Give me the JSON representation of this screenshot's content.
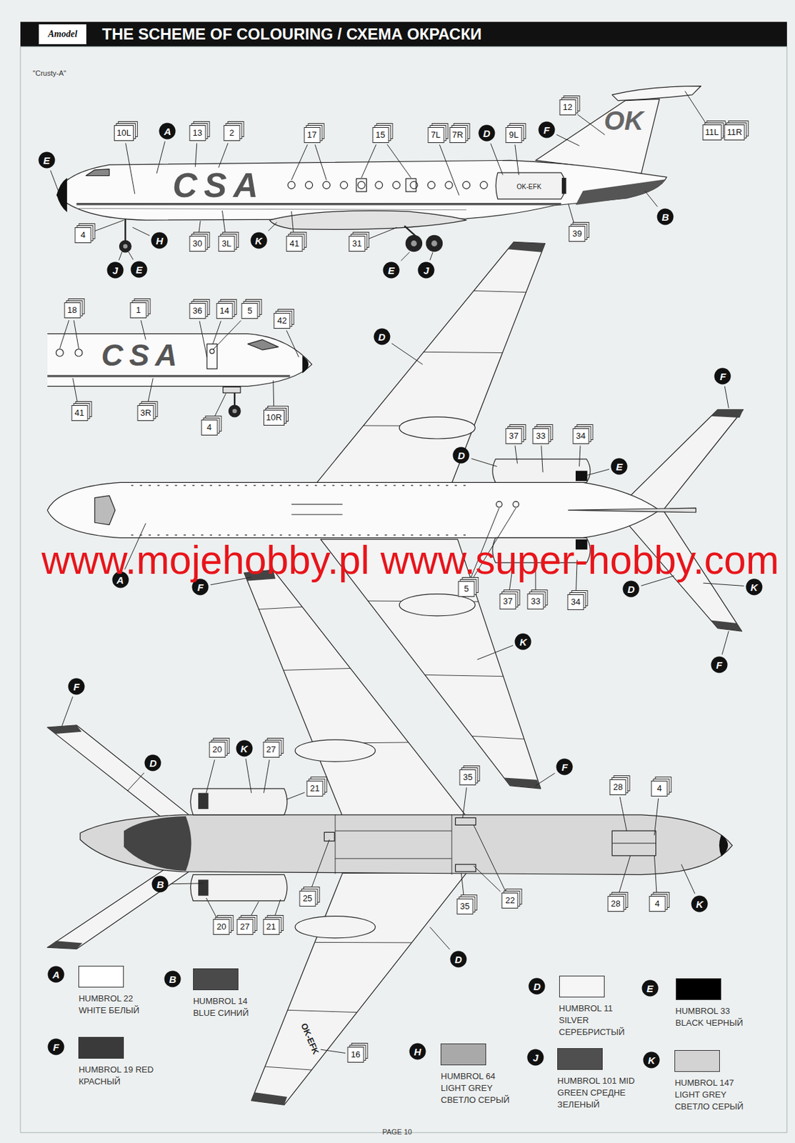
{
  "diagram": {
    "title": "THE SCHEME OF COLOURING / СХЕМА ОКРАСКИ",
    "labels": [
      "Amodel",
      "\"Crusty-A\"",
      "10L",
      "13",
      "2",
      "17",
      "15",
      "7L",
      "7R",
      "9L",
      "12",
      "11L",
      "11R",
      "4",
      "30",
      "3L",
      "41",
      "31",
      "39",
      "A",
      "D",
      "F",
      "E",
      "B",
      "H",
      "K",
      "J",
      "E",
      "E",
      "J",
      "CSA",
      "OK",
      "OK-EFK",
      "18",
      "1",
      "36",
      "14",
      "5",
      "42",
      "41",
      "3R",
      "4",
      "10R",
      "CSA",
      "D",
      "37",
      "33",
      "34",
      "D",
      "E",
      "F",
      "A",
      "5",
      "37",
      "33",
      "34",
      "D",
      "K",
      "F",
      "K",
      "F",
      "www.mojehobby.pl www.super-hobby.com",
      "F",
      "D",
      "20",
      "K",
      "27",
      "21",
      "35",
      "28",
      "4",
      "F",
      "22",
      "35",
      "25",
      "B",
      "20",
      "27",
      "21",
      "28",
      "4",
      "K",
      "D",
      "16",
      "OK-EFK",
      "A",
      "B",
      "D",
      "E",
      "F",
      "H",
      "J",
      "K",
      "PAGE 10"
    ],
    "legend": [
      {
        "text": "HUMBROL 22 WHITE БЕЛЫЙ",
        "color": "#ffffff"
      },
      {
        "text": "HUMBROL 14 BLUE СИНИЙ",
        "color": "#4a4a4a"
      },
      {
        "text": "HUMBROL 11 SILVER СЕРЕБРИСТЫЙ",
        "color": "#f6f6f6"
      },
      {
        "text": "HUMBROL 33 BLACK ЧЕРНЫЙ",
        "color": "#000000"
      },
      {
        "text": "HUMBROL 19 RED КРАСНЫЙ",
        "color": "#3a3a3a"
      },
      {
        "text": "HUMBROL 64 LIGHT GREY СВЕТЛО СЕРЫЙ",
        "color": "#a9a9a9"
      },
      {
        "text": "HUMBROL 101 MID GREEN СРЕДНЕ ЗЕЛЕНЫЙ",
        "color": "#4f4f4f"
      },
      {
        "text": "HUMBROL 147 LIGHT GREY СВЕТЛО СЕРЫЙ",
        "color": "#d3d3d3"
      }
    ]
  }
}
